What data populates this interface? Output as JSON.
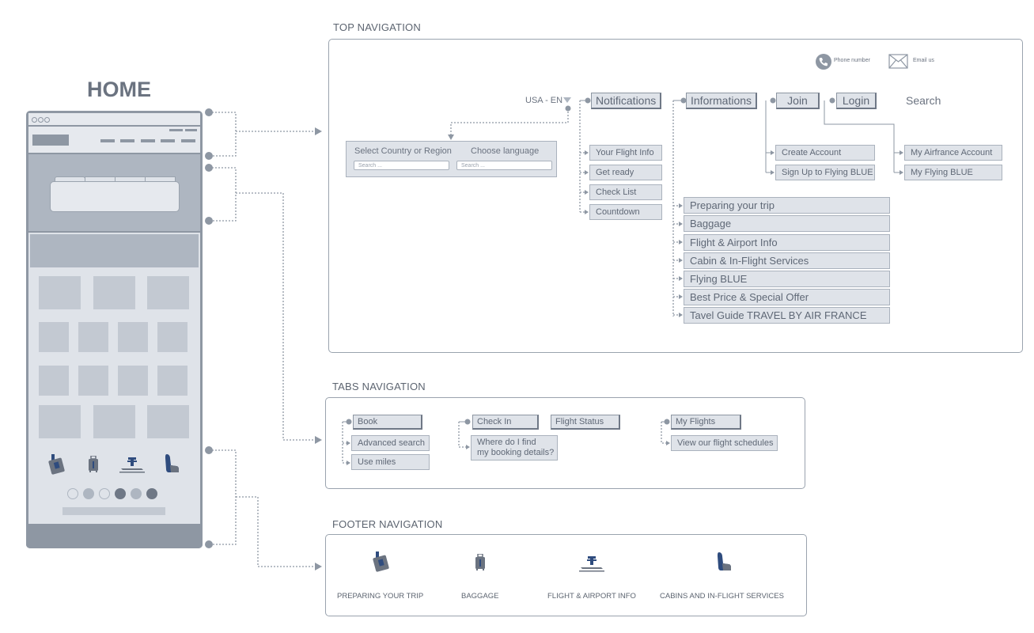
{
  "home": {
    "title": "HOME"
  },
  "sections": {
    "top": "TOP NAVIGATION",
    "tabs": "TABS NAVIGATION",
    "footer": "FOOTER NAVIGATION"
  },
  "top_nav": {
    "phone": "Phone number",
    "email": "Email us",
    "locale": "USA - EN",
    "notifications": "Notifications",
    "informations": "Informations",
    "join": "Join",
    "login": "Login",
    "search": "Search",
    "select_country": "Select Country or Region",
    "choose_language": "Choose language",
    "search_placeholder_1": "Search ...",
    "search_placeholder_2": "Search ...",
    "notification_items": [
      "Your Flight Info",
      "Get ready",
      "Check List",
      "Countdown"
    ],
    "information_items": [
      "Preparing your trip",
      "Baggage",
      "Flight & Airport Info",
      "Cabin & In-Flight Services",
      "Flying BLUE",
      "Best Price & Special Offer",
      "Tavel Guide TRAVEL BY AIR FRANCE"
    ],
    "join_items": [
      "Create Account",
      "Sign Up to Flying BLUE"
    ],
    "login_items": [
      "My Airfrance Account",
      "My Flying BLUE"
    ]
  },
  "tabs_nav": {
    "book": "Book",
    "book_items": [
      "Advanced search",
      "Use miles"
    ],
    "check_in": "Check In",
    "flight_status": "Flight Status",
    "check_in_item_line1": "Where do I find",
    "check_in_item_line2": "my booking details?",
    "my_flights": "My Flights",
    "my_flights_item": "View our flight schedules"
  },
  "footer_nav": {
    "items": [
      "PREPARING YOUR TRIP",
      "BAGGAGE",
      "FLIGHT & AIRPORT INFO",
      "CABINS AND IN-FLIGHT SERVICES"
    ],
    "icons": [
      "passport-icon",
      "suitcase-icon",
      "airport-icon",
      "seat-icon"
    ]
  },
  "colors": {
    "frame": "#9aa3ae",
    "box": "#dfe3e9",
    "connector": "#8e97a3",
    "icon_blue": "#2f4c7e"
  }
}
